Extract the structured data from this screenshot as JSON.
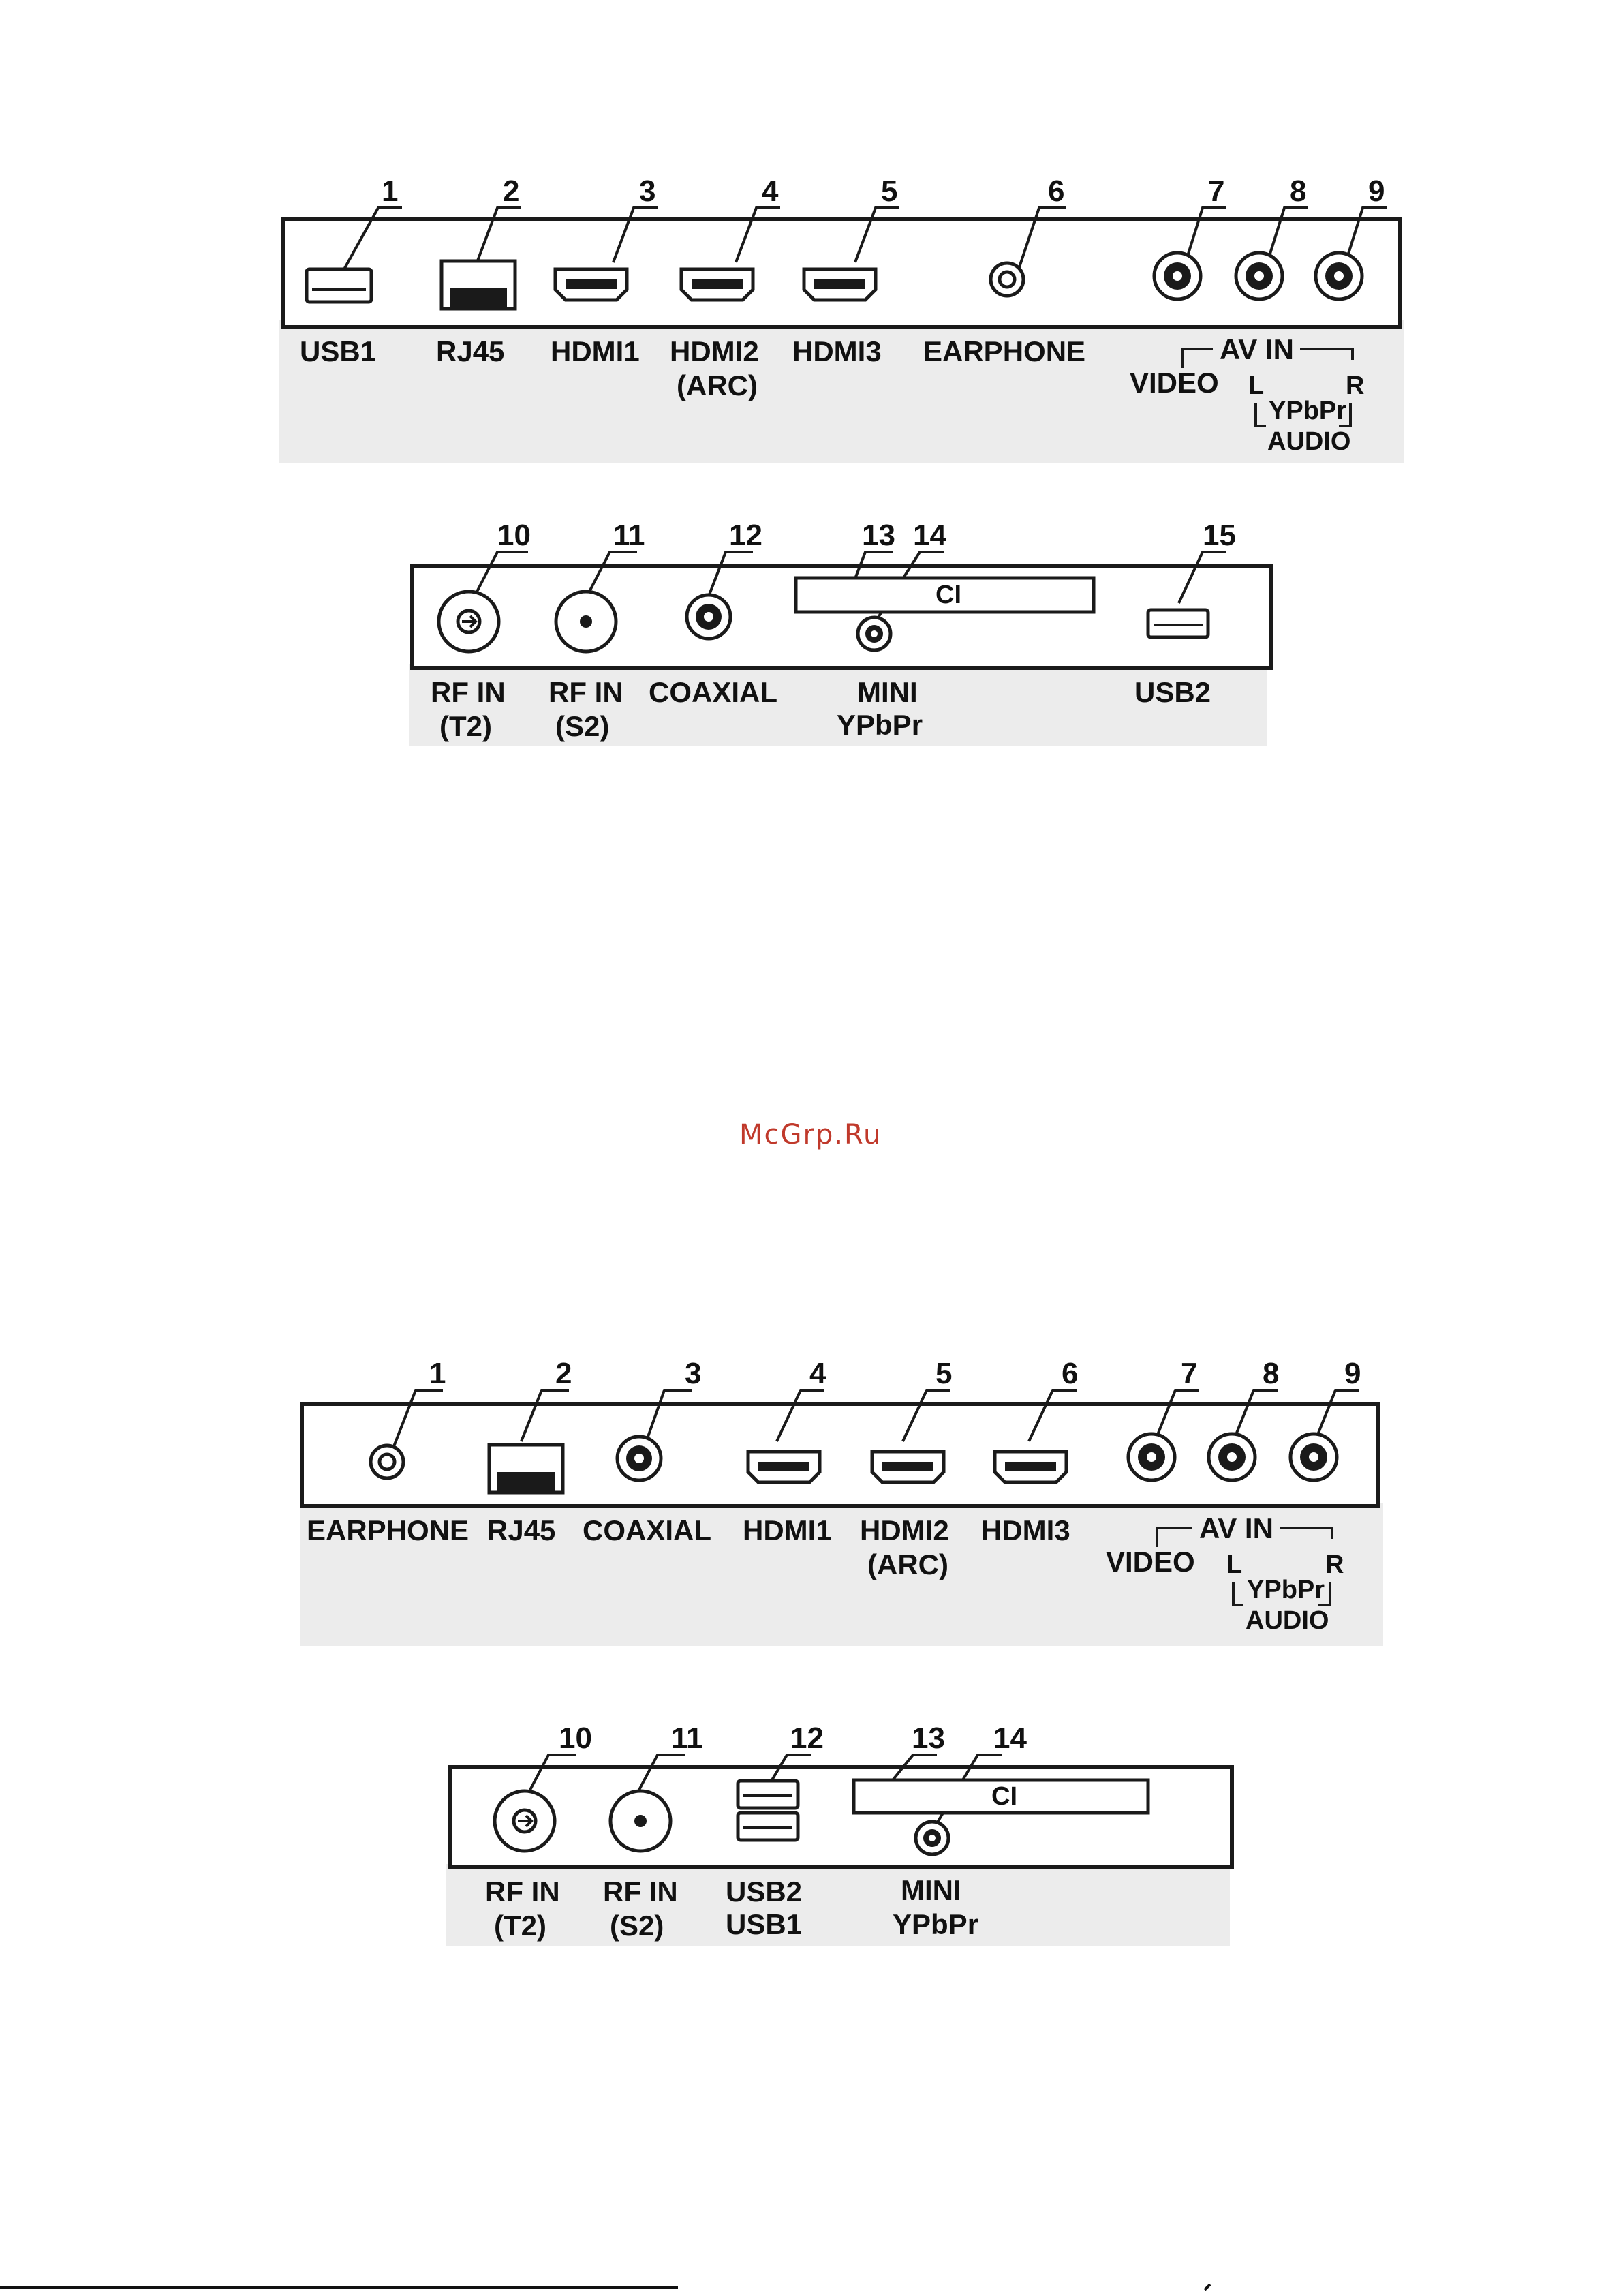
{
  "watermark": "McGrp.Ru",
  "panel_a": {
    "numbers": [
      "1",
      "2",
      "3",
      "4",
      "5",
      "6",
      "7",
      "8",
      "9"
    ],
    "labels": {
      "usb1": "USB1",
      "rj45": "RJ45",
      "hdmi1": "HDMI1",
      "hdmi2": "HDMI2",
      "hdmi2_arc": "(ARC)",
      "hdmi3": "HDMI3",
      "earphone": "EARPHONE",
      "video": "VIDEO",
      "av_in": "AV IN",
      "l": "L",
      "r": "R",
      "ypbpr": "YPbPr",
      "audio": "AUDIO"
    }
  },
  "panel_b": {
    "numbers": [
      "10",
      "11",
      "12",
      "13",
      "14",
      "15"
    ],
    "labels": {
      "rf_t2_1": "RF IN",
      "rf_t2_2": "(T2)",
      "rf_s2_1": "RF IN",
      "rf_s2_2": "(S2)",
      "coaxial": "COAXIAL",
      "ci": "CI",
      "mini": "MINI",
      "ypbpr": "YPbPr",
      "usb2": "USB2"
    }
  },
  "panel_c": {
    "numbers": [
      "1",
      "2",
      "3",
      "4",
      "5",
      "6",
      "7",
      "8",
      "9"
    ],
    "labels": {
      "earphone": "EARPHONE",
      "rj45": "RJ45",
      "coaxial": "COAXIAL",
      "hdmi1": "HDMI1",
      "hdmi2": "HDMI2",
      "hdmi2_arc": "(ARC)",
      "hdmi3": "HDMI3",
      "video": "VIDEO",
      "av_in": "AV IN",
      "l": "L",
      "r": "R",
      "ypbpr": "YPbPr",
      "audio": "AUDIO"
    }
  },
  "panel_d": {
    "numbers": [
      "10",
      "11",
      "12",
      "13",
      "14"
    ],
    "labels": {
      "rf_t2_1": "RF IN",
      "rf_t2_2": "(T2)",
      "rf_s2_1": "RF IN",
      "rf_s2_2": "(S2)",
      "usb2": "USB2",
      "usb1": "USB1",
      "ci": "CI",
      "mini": "MINI",
      "ypbpr": "YPbPr"
    }
  }
}
